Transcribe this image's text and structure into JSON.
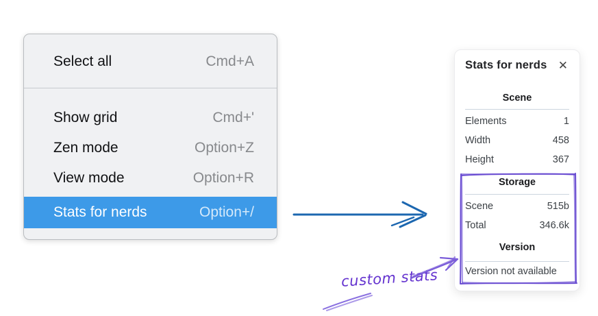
{
  "menu": {
    "items": [
      {
        "label": "Select all",
        "shortcut": "Cmd+A",
        "highlighted": false
      },
      {
        "label": "Show grid",
        "shortcut": "Cmd+'",
        "highlighted": false
      },
      {
        "label": "Zen mode",
        "shortcut": "Option+Z",
        "highlighted": false
      },
      {
        "label": "View mode",
        "shortcut": "Option+R",
        "highlighted": false
      },
      {
        "label": "Stats for nerds",
        "shortcut": "Option+/",
        "highlighted": true
      }
    ]
  },
  "panel": {
    "title": "Stats for nerds",
    "close_glyph": "✕",
    "sections": [
      {
        "heading": "Scene",
        "rows": [
          {
            "label": "Elements",
            "value": "1"
          },
          {
            "label": "Width",
            "value": "458"
          },
          {
            "label": "Height",
            "value": "367"
          }
        ]
      },
      {
        "heading": "Storage",
        "rows": [
          {
            "label": "Scene",
            "value": "515b"
          },
          {
            "label": "Total",
            "value": "346.6k"
          }
        ]
      },
      {
        "heading": "Version",
        "note": "Version not available"
      }
    ]
  },
  "annotation": {
    "label": "custom stats"
  },
  "colors": {
    "menu_highlight": "#3d9ae8",
    "blue_arrow": "#1c67b0",
    "annotation_purple": "#6433cf",
    "sketch_purple": "#6b4ed2"
  }
}
